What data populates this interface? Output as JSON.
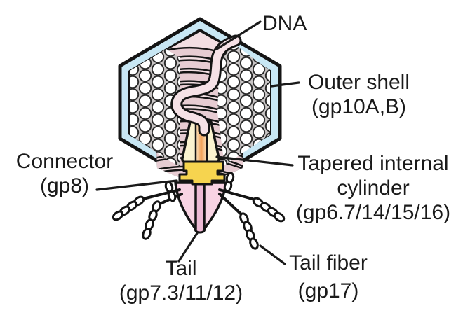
{
  "figure": {
    "labels": {
      "dna": {
        "text": "DNA"
      },
      "outer_shell": {
        "title": "Outer shell",
        "genes": "(gp10A,B)"
      },
      "connector": {
        "title": "Connector",
        "genes": "(gp8)"
      },
      "tapered_internal_cylinder": {
        "title_line1": "Tapered internal",
        "title_line2": "cylinder",
        "genes": "(gp6.7/14/15/16)"
      },
      "tail": {
        "title": "Tail",
        "genes": "(gp7.3/11/12)"
      },
      "tail_fiber": {
        "title": "Tail fiber",
        "genes": "(gp17)"
      }
    },
    "colors": {
      "outer_shell_blue": "#c8e7f4",
      "capsid_gray": "#c6c6c6",
      "dna_region_pink": "#f2dee2",
      "dna_coil_band_pink": "#e7ccd2",
      "dna_strand_pink": "#f5e1e6",
      "capsid_dot_white": "#ffffff",
      "internal_cylinder_cream": "#fbf3d0",
      "internal_cylinder_core_orange": "#f2a158",
      "connector_yellow": "#f6d44f",
      "tail_pink": "#f8d3e3",
      "tail_core_pink": "#edb9d4",
      "outline_black": "#141414",
      "background_white": "#ffffff"
    }
  }
}
